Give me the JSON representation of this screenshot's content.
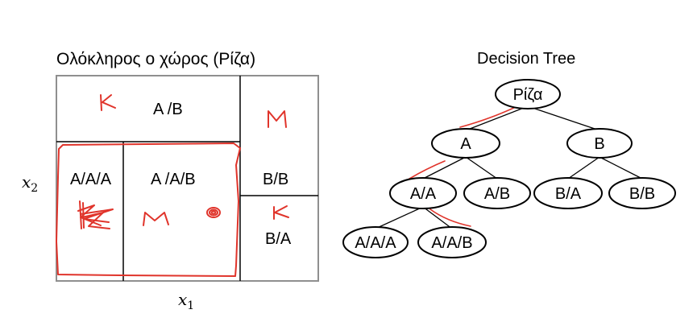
{
  "partition": {
    "title": "Ολόκληρος ο χώρος (Ρίζα)",
    "x_axis_label": "x",
    "x_axis_sub": "1",
    "y_axis_label": "x",
    "y_axis_sub": "2",
    "regions": {
      "ab": "A /B",
      "aaa": "A/A/A",
      "aab": "A /A/B",
      "bb": "B/B",
      "ba": "B/A"
    },
    "handwritten": {
      "k1": "K",
      "m1": "M",
      "k2": "K",
      "m2": "M"
    }
  },
  "tree": {
    "title": "Decision Tree",
    "nodes": {
      "root": "Ρίζα",
      "a": "A",
      "b": "B",
      "aa": "A/A",
      "ab": "A/B",
      "ba": "B/A",
      "bb": "B/B",
      "aaa": "A/A/A",
      "aab": "A/A/B"
    }
  },
  "colors": {
    "box_border": "#8f8f8f",
    "lines": "#000000",
    "annotation": "#e0342b"
  }
}
